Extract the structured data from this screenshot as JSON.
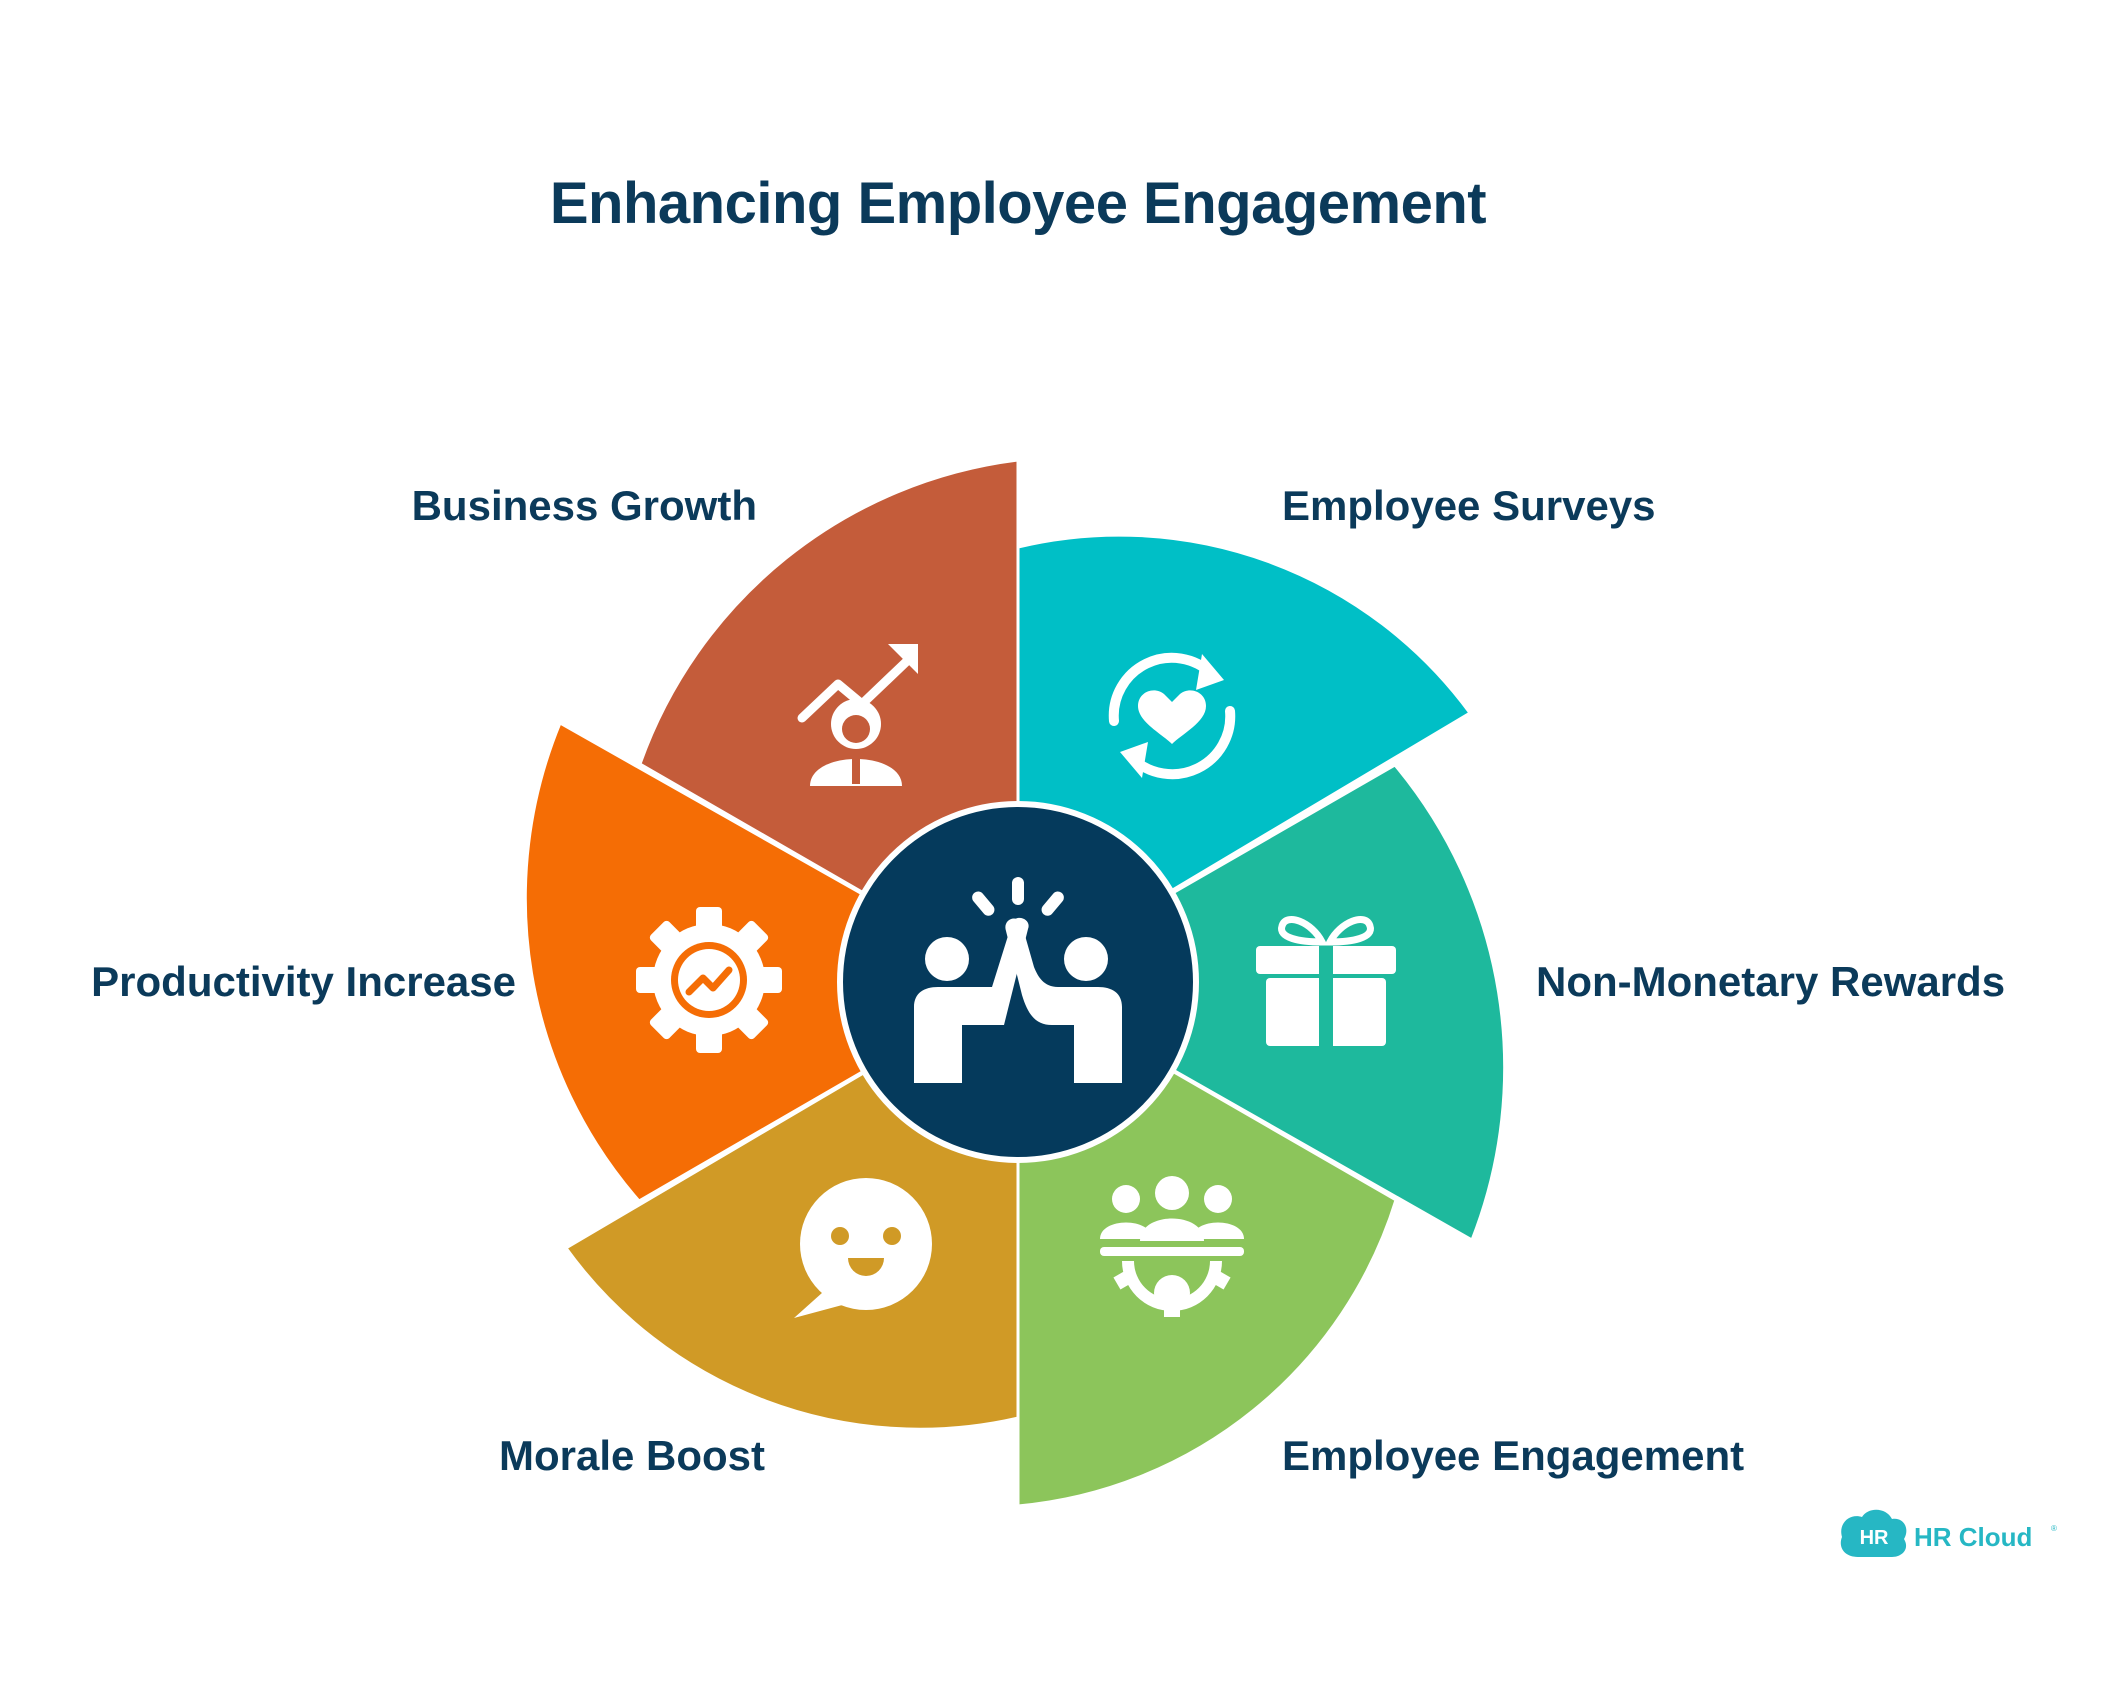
{
  "title": "Enhancing Employee Engagement",
  "center": {
    "icon": "high-five-icon",
    "color": "#053a5c"
  },
  "segments": [
    {
      "id": "employee-surveys",
      "label": "Employee Surveys",
      "color": "#00bfc6",
      "icon": "heart-refresh-icon"
    },
    {
      "id": "non-monetary-rewards",
      "label": "Non-Monetary Rewards",
      "color": "#1eb99d",
      "icon": "gift-icon"
    },
    {
      "id": "employee-engagement",
      "label": "Employee Engagement",
      "color": "#8cc55b",
      "icon": "team-gear-icon"
    },
    {
      "id": "morale-boost",
      "label": "Morale Boost",
      "color": "#d09a26",
      "icon": "smile-chat-icon"
    },
    {
      "id": "productivity-increase",
      "label": "Productivity Increase",
      "color": "#f56d05",
      "icon": "gear-trend-icon"
    },
    {
      "id": "business-growth",
      "label": "Business Growth",
      "color": "#c45c3a",
      "icon": "growth-person-icon"
    }
  ],
  "brand": {
    "badge": "HR",
    "name": "HR Cloud",
    "mark": "®",
    "color": "#26b7c4"
  }
}
